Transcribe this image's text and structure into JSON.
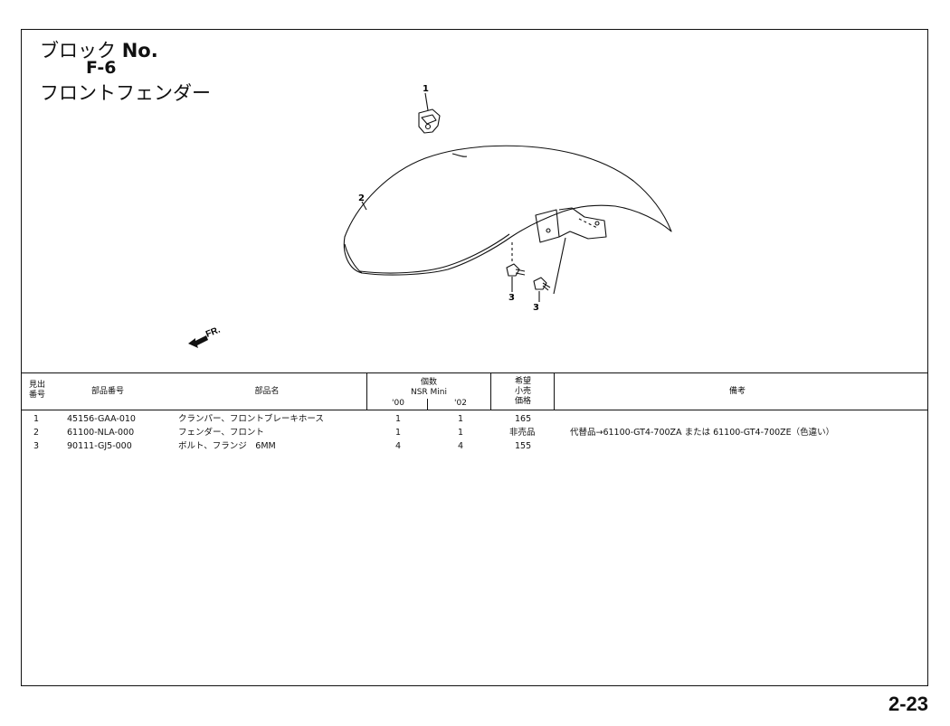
{
  "block": {
    "label": "ブロック",
    "no_label": "No.",
    "code": "F-6",
    "name": "フロントフェンダー"
  },
  "callouts": [
    "1",
    "2",
    "3",
    "3"
  ],
  "direction_label": "FR.",
  "table": {
    "headers": {
      "ref_top": "見出",
      "ref_bottom": "番号",
      "part_no": "部品番号",
      "part_name": "部品名",
      "qty": "個数",
      "model": "NSR Mini",
      "year1": "'00",
      "year2": "'02",
      "price_1": "希望",
      "price_2": "小売",
      "price_3": "価格",
      "remarks": "備考"
    },
    "rows": [
      {
        "ref": "1",
        "part_no": "45156-GAA-010",
        "name": "クランパー、フロントブレーキホース",
        "q1": "1",
        "q2": "1",
        "price": "165",
        "remarks": ""
      },
      {
        "ref": "2",
        "part_no": "61100-NLA-000",
        "name": "フェンダー、フロント",
        "q1": "1",
        "q2": "1",
        "price": "非売品",
        "remarks": "代替品→61100-GT4-700ZA または 61100-GT4-700ZE（色違い）"
      },
      {
        "ref": "3",
        "part_no": "90111-GJ5-000",
        "name": "ボルト、フランジ　6MM",
        "q1": "4",
        "q2": "4",
        "price": "155",
        "remarks": ""
      }
    ]
  },
  "page_number": "2-23"
}
